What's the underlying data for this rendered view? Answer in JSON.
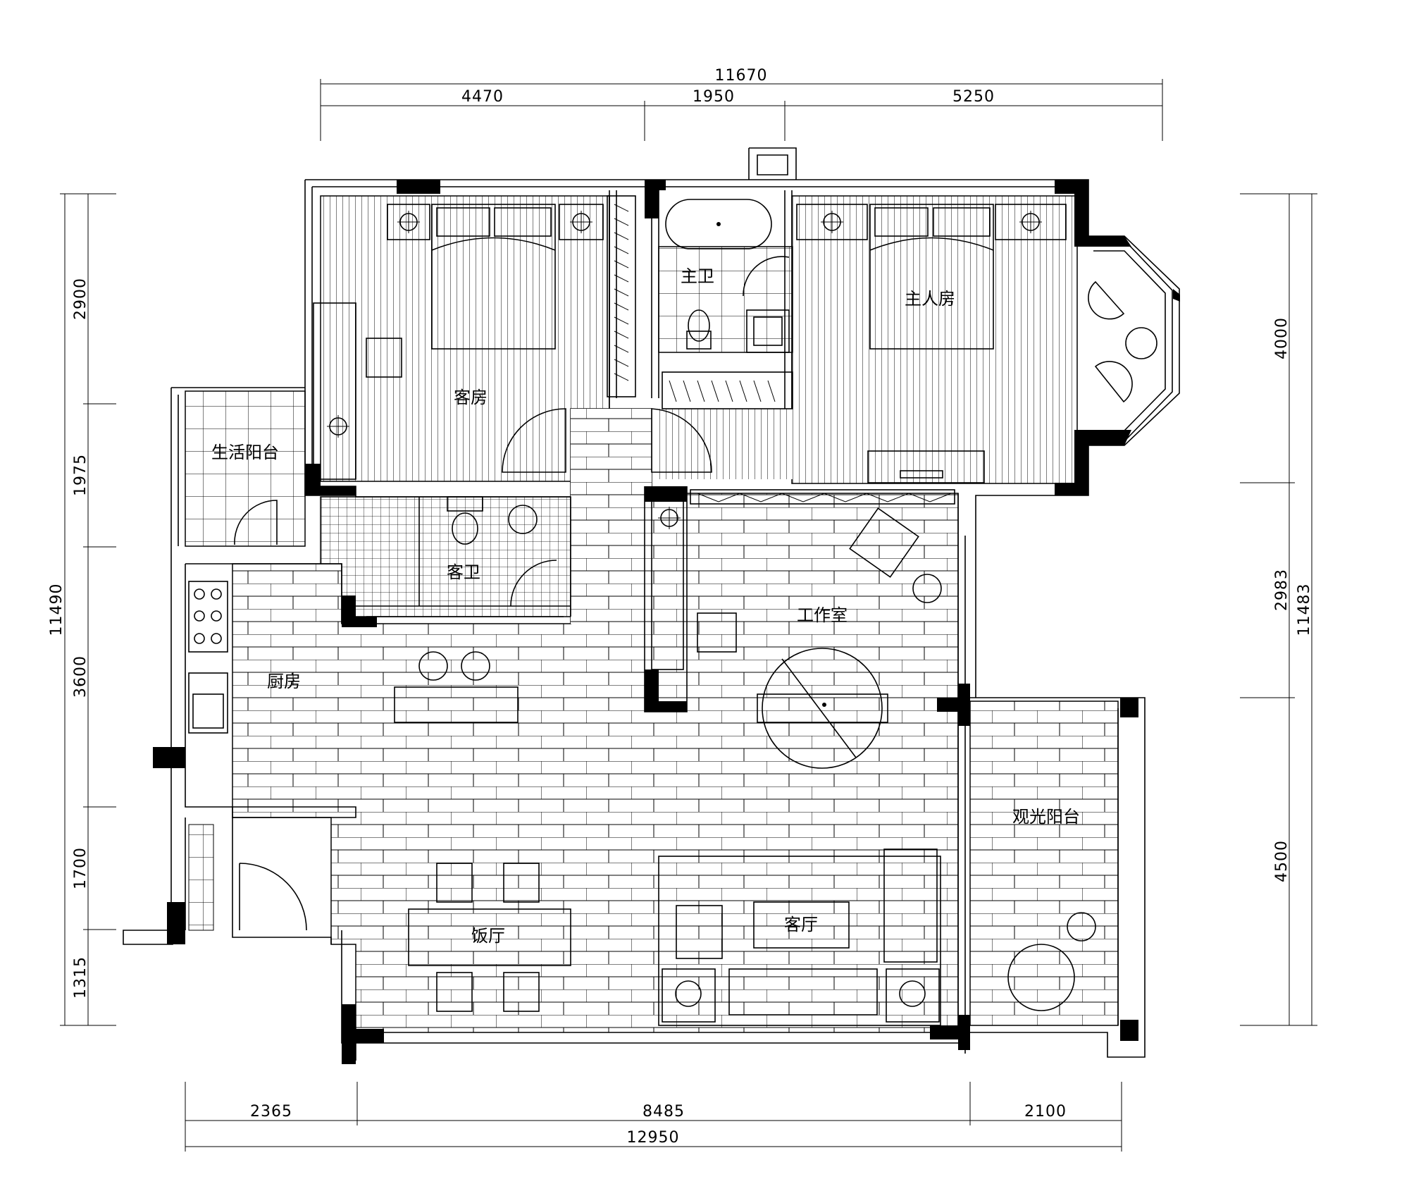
{
  "dimensions": {
    "top_total": "11670",
    "top": [
      "4470",
      "1950",
      "5250"
    ],
    "bottom": [
      "2365",
      "8485",
      "2100"
    ],
    "bottom_total": "12950",
    "left": [
      "2900",
      "1975",
      "3600",
      "1700",
      "1315"
    ],
    "left_total": "11490",
    "right": [
      "4000",
      "2983",
      "4500"
    ],
    "right_total": "11483"
  },
  "rooms": {
    "master_bath": "主卫",
    "master_bedroom": "主人房",
    "guest_room": "客房",
    "utility_balcony": "生活阳台",
    "guest_bath": "客卫",
    "study": "工作室",
    "kitchen": "厨房",
    "view_balcony": "观光阳台",
    "dining_room": "饭厅",
    "living_room": "客厅"
  }
}
